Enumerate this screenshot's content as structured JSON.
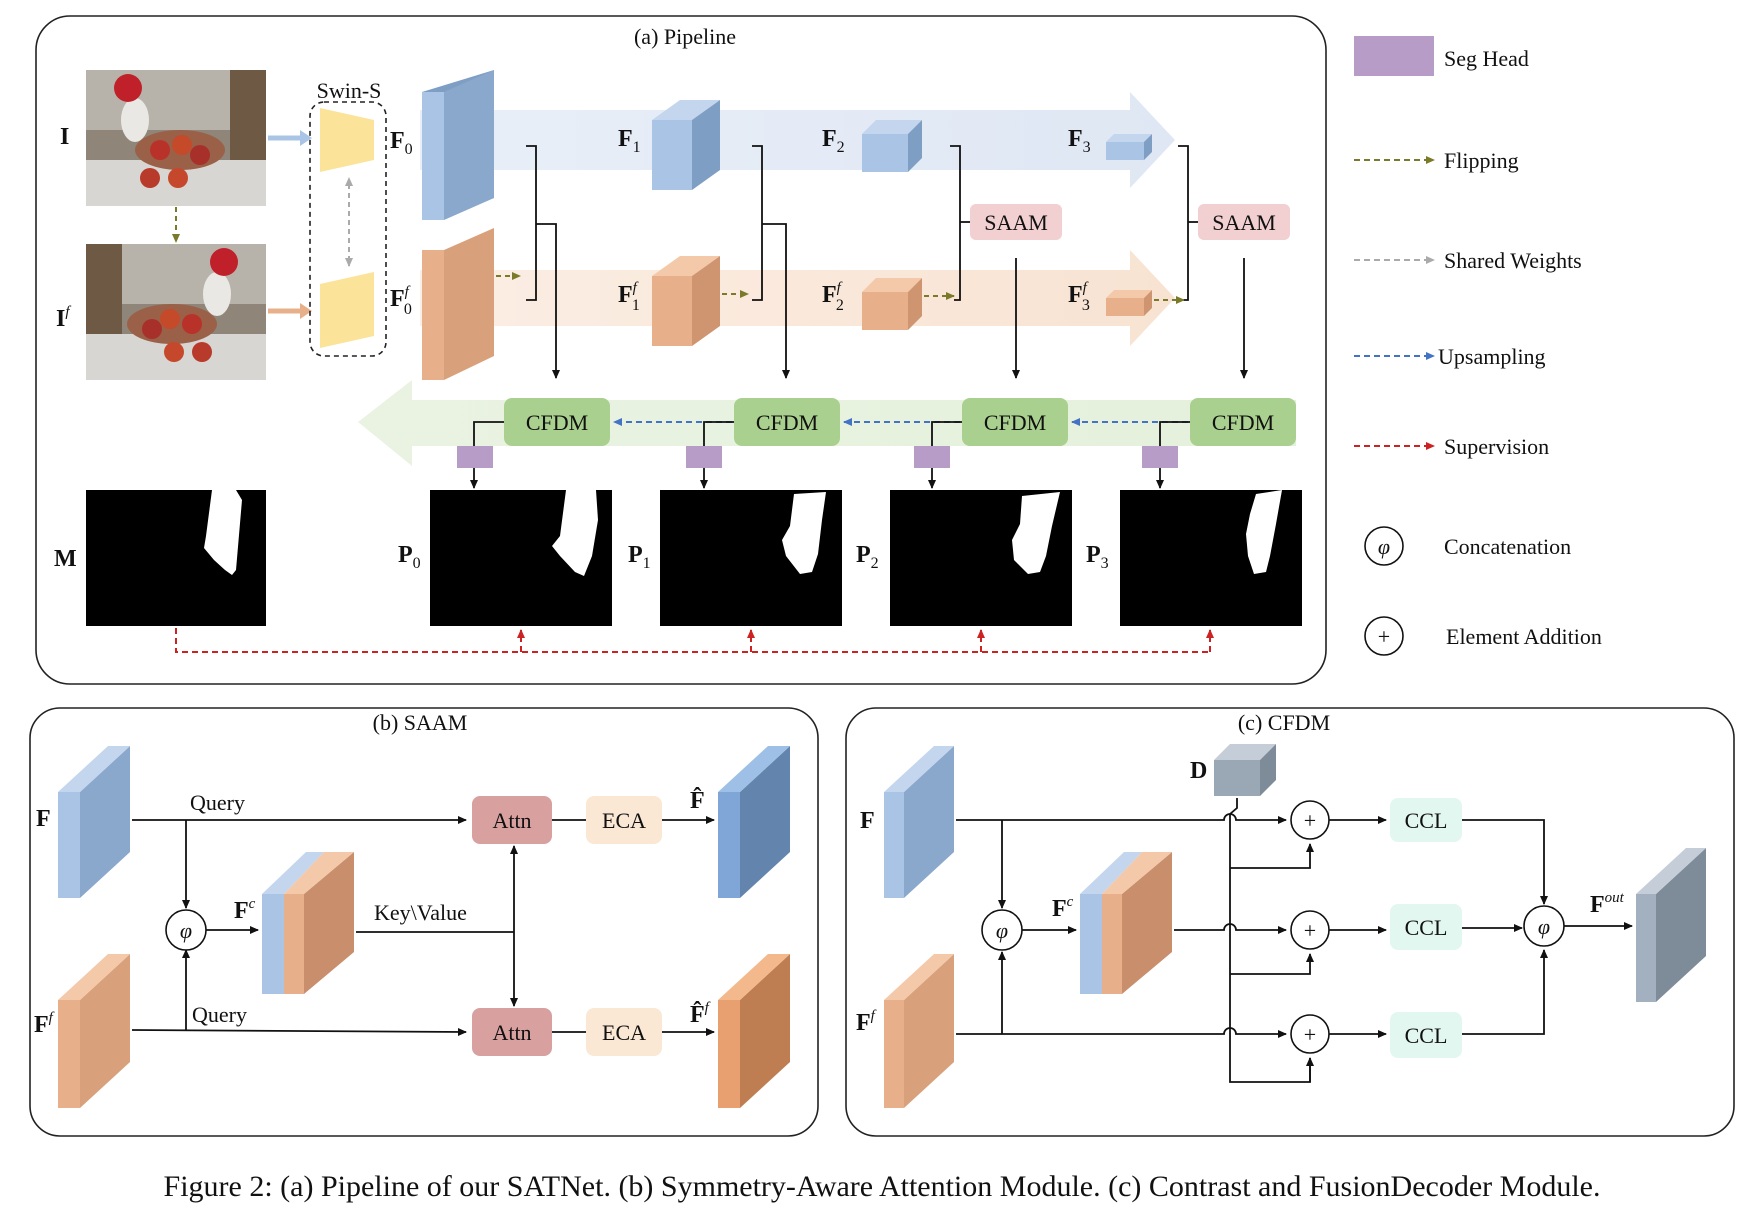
{
  "pipeline": {
    "title": "(a) Pipeline",
    "backbone": "Swin-S",
    "input": "I",
    "input_flip": "I",
    "input_flip_sup": "f",
    "mask": "M",
    "features": [
      {
        "base": "F",
        "sub": "0"
      },
      {
        "base": "F",
        "sub": "1"
      },
      {
        "base": "F",
        "sub": "2"
      },
      {
        "base": "F",
        "sub": "3"
      }
    ],
    "flip_sup": "f",
    "saam": "SAAM",
    "cfdm": "CFDM",
    "preds": [
      {
        "base": "P",
        "sub": "0"
      },
      {
        "base": "P",
        "sub": "1"
      },
      {
        "base": "P",
        "sub": "2"
      },
      {
        "base": "P",
        "sub": "3"
      }
    ]
  },
  "legend": {
    "seg_head": "Seg Head",
    "flipping": "Flipping",
    "shared_weights": "Shared Weights",
    "upsampling": "Upsampling",
    "supervision": "Supervision",
    "concat_symbol": "φ",
    "concatenation": "Concatenation",
    "add_symbol": "+",
    "element_addition": "Element Addition"
  },
  "saam_panel": {
    "title": "(b) SAAM",
    "f": "F",
    "ff": "F",
    "ff_sup": "f",
    "fc": "F",
    "fc_sup": "c",
    "query": "Query",
    "query2": "Query",
    "keyvalue": "Key\\Value",
    "attn": "Attn",
    "attn2": "Attn",
    "eca": "ECA",
    "eca2": "ECA",
    "fhat": "F̂",
    "fhatf": "F̂",
    "fhatf_sup": "f",
    "phi": "φ"
  },
  "cfdm_panel": {
    "title": "(c) CFDM",
    "d": "D",
    "f": "F",
    "ff": "F",
    "ff_sup": "f",
    "fc": "F",
    "fc_sup": "c",
    "ccl": "CCL",
    "fout": "F",
    "fout_sup": "out",
    "phi": "φ",
    "plus": "+"
  },
  "caption": "Figure 2: (a) Pipeline of our SATNet. (b) Symmetry-Aware Attention Module. (c) Contrast and FusionDecoder Module.",
  "colors": {
    "blue_feature": "#a9c4e4",
    "orange_feature": "#e8b08a",
    "swin": "#fbe39a",
    "saam_box": "#f2cfd0",
    "cfdm_box": "#a9d08e",
    "seg_head": "#b89cc8",
    "attn_box": "#d9a0a0",
    "eca_box": "#fbe8d4",
    "ccl_box": "#e2f7ef",
    "flip_arrow": "#7a7a2a",
    "shared_arrow": "#aaaaaa",
    "upsample_arrow": "#4472c4",
    "supervision_arrow": "#cc2222"
  }
}
